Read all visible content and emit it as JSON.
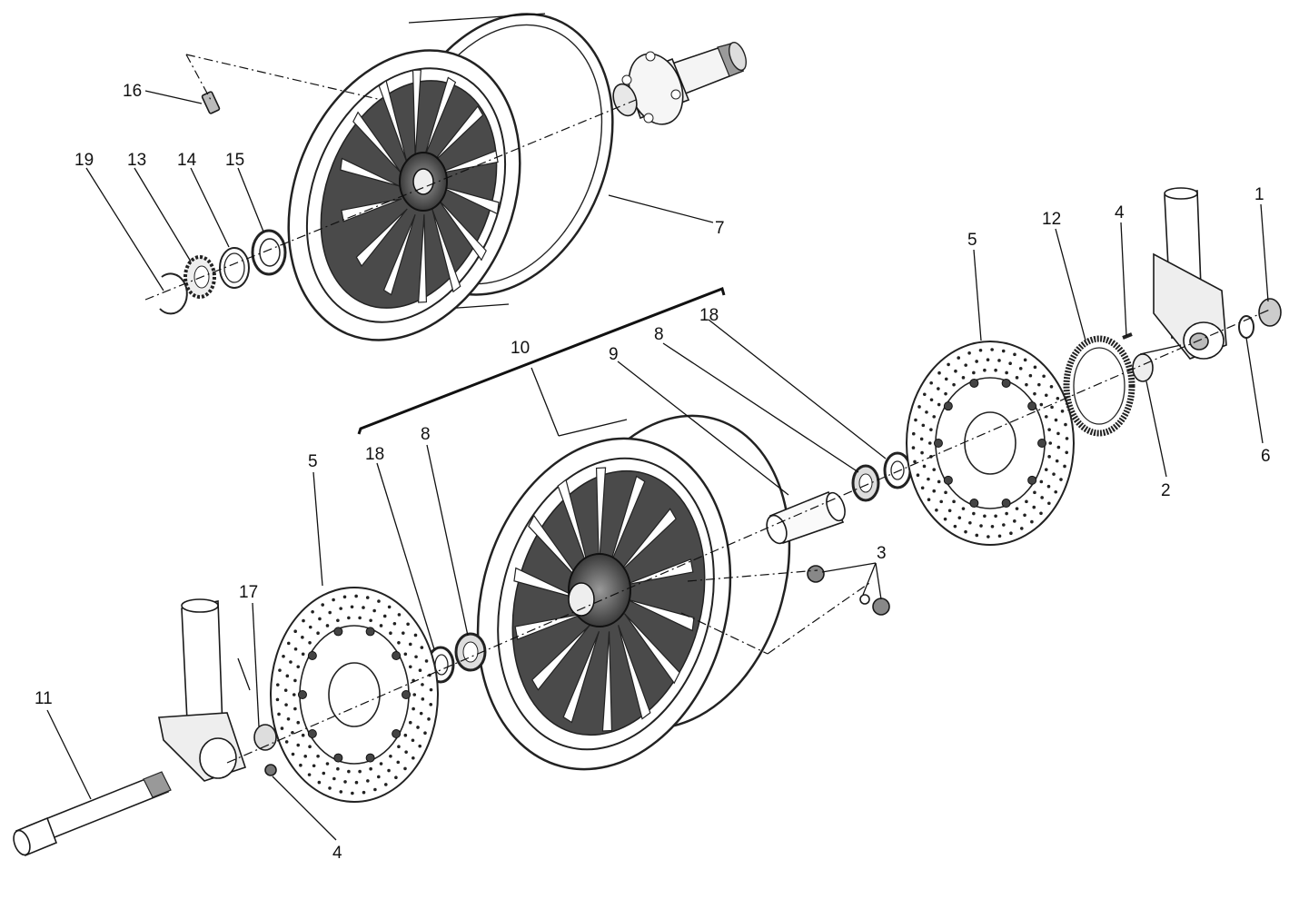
{
  "labels": {
    "p1": "1",
    "p2": "2",
    "p3": "3",
    "p4a": "4",
    "p4b": "4",
    "p5a": "5",
    "p5b": "5",
    "p6": "6",
    "p7": "7",
    "p8a": "8",
    "p8b": "8",
    "p9": "9",
    "p10": "10",
    "p11": "11",
    "p12": "12",
    "p13": "13",
    "p14": "14",
    "p15": "15",
    "p16": "16",
    "p17": "17",
    "p18a": "18",
    "p18b": "18",
    "p19": "19"
  }
}
